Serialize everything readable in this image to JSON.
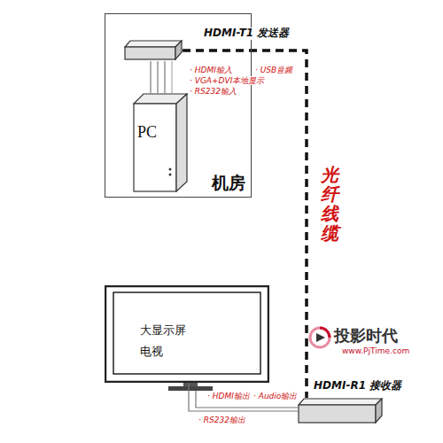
{
  "diagram": {
    "nodes": [
      {
        "text": [
          "机房"
        ]
      },
      {
        "text": [
          "HDMI-T1 发送器"
        ],
        "in": 0
      },
      {
        "text": [
          "PC"
        ],
        "in": 0
      },
      {
        "text": [
          "大显示屏",
          "电视"
        ]
      },
      {
        "text": [
          "HDMI-R1 接收器"
        ]
      }
    ],
    "edges": [
      {
        "from": 1,
        "to": 4,
        "label": "光纤线缆",
        "arrow": "none"
      },
      {
        "from": 2,
        "to": 1,
        "arrow": "none"
      },
      {
        "from": 4,
        "to": 3,
        "arrow": "none"
      }
    ],
    "labels": [
      "· HDMI输入",
      "· USB音频",
      "· VGA+DVI本地显示",
      "· RS232输入",
      "· HDMI输出",
      "· Audio输出",
      "· RS232输出",
      "投影时代",
      "www.PjTime.com"
    ]
  }
}
